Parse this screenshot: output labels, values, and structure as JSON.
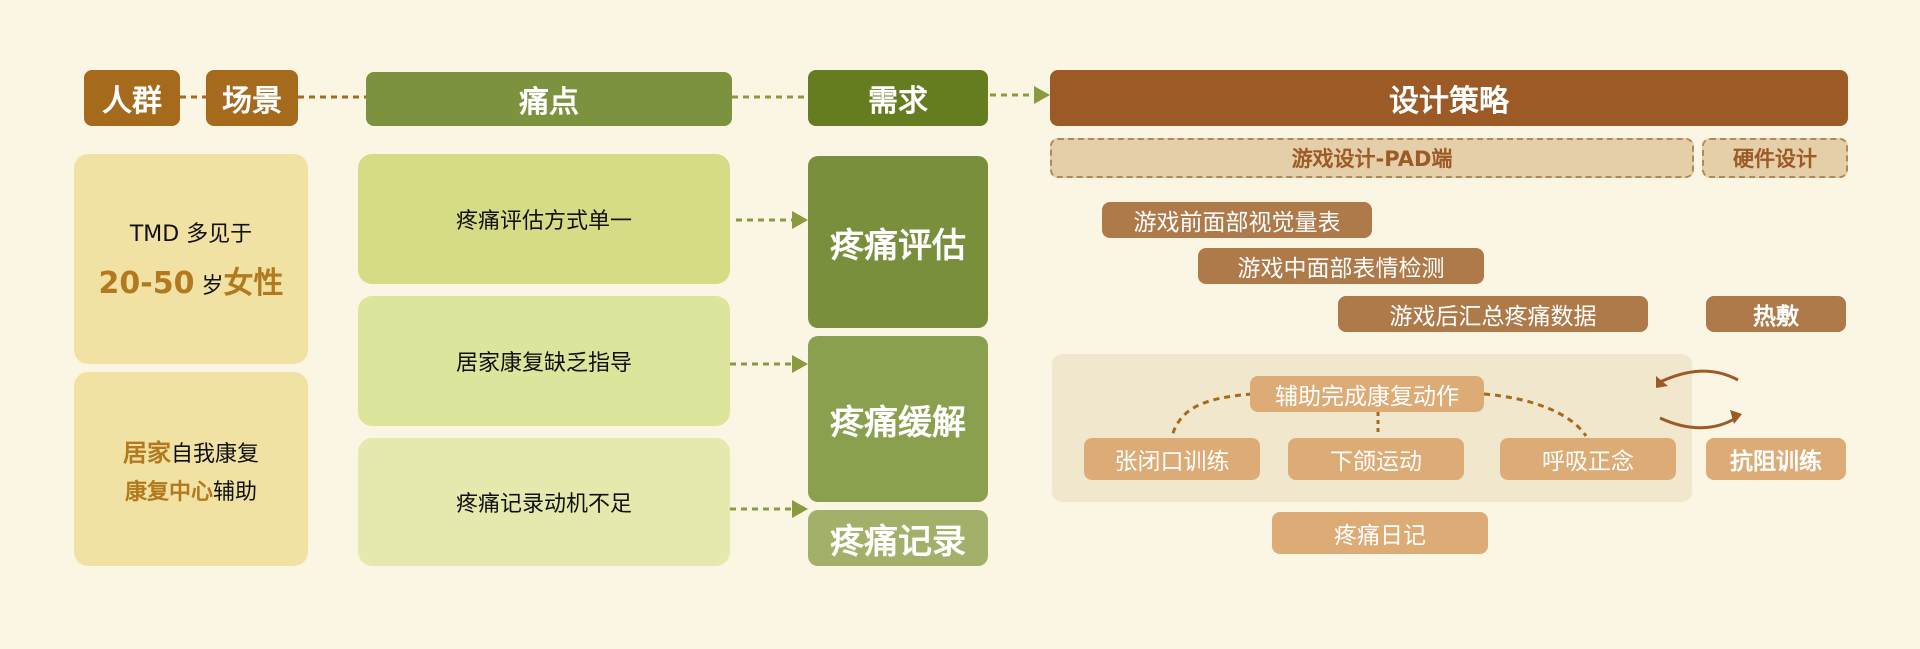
{
  "header": {
    "crowd": "人群",
    "scene": "场景",
    "pain": "痛点",
    "need": "需求",
    "design": "设计策略"
  },
  "crowd_card": {
    "line1": "TMD 多见于",
    "line2_num": "20-50",
    "line2_unit": " 岁",
    "line2_gender": "女性"
  },
  "scene_card": {
    "line1_accent": "居家",
    "line1_rest": "自我康复",
    "line2_accent": "康复中心",
    "line2_rest": "辅助"
  },
  "pains": [
    "疼痛评估方式单一",
    "居家康复缺乏指导",
    "疼痛记录动机不足"
  ],
  "needs": [
    "疼痛评估",
    "疼痛缓解",
    "疼痛记录"
  ],
  "design": {
    "game_tag": "游戏设计-PAD端",
    "hardware_tag": "硬件设计",
    "features": [
      "游戏前面部视觉量表",
      "游戏中面部表情检测",
      "游戏后汇总疼痛数据"
    ],
    "hot": "热敷",
    "assist": "辅助完成康复动作",
    "exercises": [
      "张闭口训练",
      "下颌运动",
      "呼吸正念"
    ],
    "resist": "抗阻训练",
    "diary": "疼痛日记"
  },
  "colors": {
    "background": "#fbf6e4",
    "brown_header": "#a66a1c",
    "green_header": "#7d923e",
    "dark_green_header": "#667c20",
    "design_header": "#9b5a26",
    "connector_brown": "#a66a1c",
    "connector_green": "#8a9a3e"
  }
}
